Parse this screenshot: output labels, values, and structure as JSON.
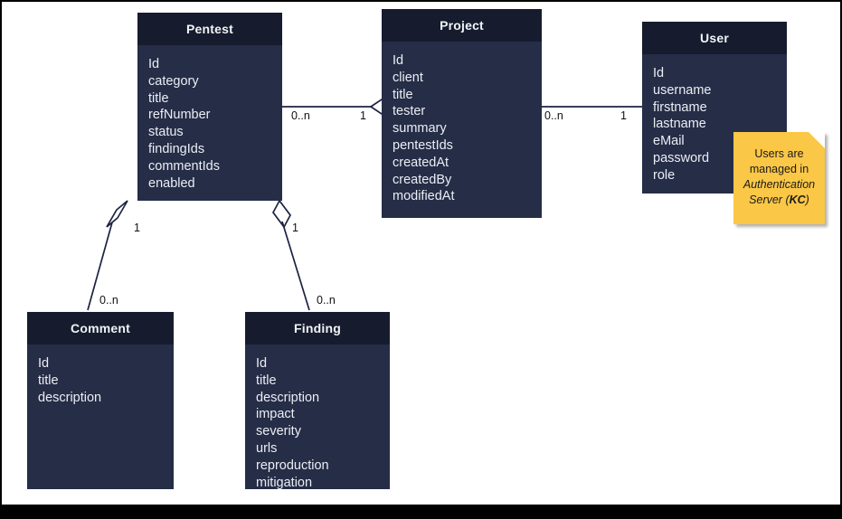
{
  "diagram": {
    "title": "Pentest domain class diagram",
    "background": "#ffffff",
    "frame_color": "#000000",
    "class_header_color": "#161c2e",
    "class_body_color": "#252d47",
    "class_text_color": "#eceef4",
    "note_color": "#fac746",
    "edge_color": "#1c2340"
  },
  "classes": [
    {
      "id": "pentest",
      "name": "Pentest",
      "attributes": [
        "Id",
        "category",
        "title",
        "refNumber",
        "status",
        "findingIds",
        "commentIds",
        "enabled"
      ]
    },
    {
      "id": "project",
      "name": "Project",
      "attributes": [
        "Id",
        "client",
        "title",
        "tester",
        "summary",
        "pentestIds",
        "createdAt",
        "createdBy",
        "modifiedAt"
      ]
    },
    {
      "id": "user",
      "name": "User",
      "attributes": [
        "Id",
        "username",
        "firstname",
        "lastname",
        "eMail",
        "password",
        "role"
      ]
    },
    {
      "id": "comment",
      "name": "Comment",
      "attributes": [
        "Id",
        "title",
        "description"
      ]
    },
    {
      "id": "finding",
      "name": "Finding",
      "attributes": [
        "Id",
        "title",
        "description",
        "impact",
        "severity",
        "urls",
        "reproduction",
        "mitigation"
      ]
    }
  ],
  "relations": [
    {
      "id": "pentest-project",
      "from": "pentest",
      "to": "project",
      "type": "aggregation",
      "diamond_at": "project",
      "source_multiplicity": "0..n",
      "target_multiplicity": "1"
    },
    {
      "id": "project-user",
      "from": "project",
      "to": "user",
      "type": "association",
      "diamond_at": "none",
      "source_multiplicity": "0..n",
      "target_multiplicity": "1"
    },
    {
      "id": "pentest-comment",
      "from": "pentest",
      "to": "comment",
      "type": "aggregation",
      "diamond_at": "pentest",
      "source_multiplicity": "1",
      "target_multiplicity": "0..n"
    },
    {
      "id": "pentest-finding",
      "from": "pentest",
      "to": "finding",
      "type": "aggregation",
      "diamond_at": "pentest",
      "source_multiplicity": "1",
      "target_multiplicity": "0..n"
    }
  ],
  "note": {
    "id": "user-note",
    "line1": "Users are",
    "line2": "managed in",
    "line3_italic": "Authentication",
    "line4_italic": "Server (",
    "line4_bold": "KC",
    "line4_tail": ")"
  }
}
